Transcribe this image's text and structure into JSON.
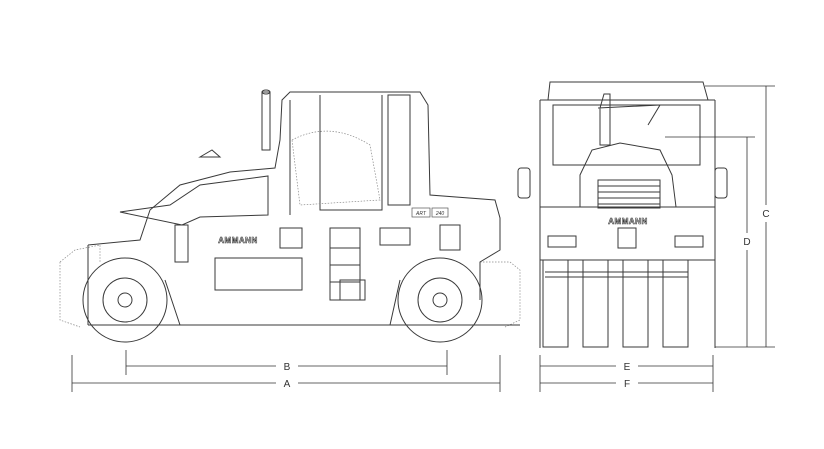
{
  "diagram": {
    "brand_logo": "AMMANN",
    "model_badge": [
      "ART",
      "240"
    ],
    "dimension_labels": {
      "side_view": [
        "A",
        "B"
      ],
      "front_view": [
        "C",
        "D",
        "E",
        "F"
      ]
    },
    "line_color": "#3a3a3a"
  }
}
